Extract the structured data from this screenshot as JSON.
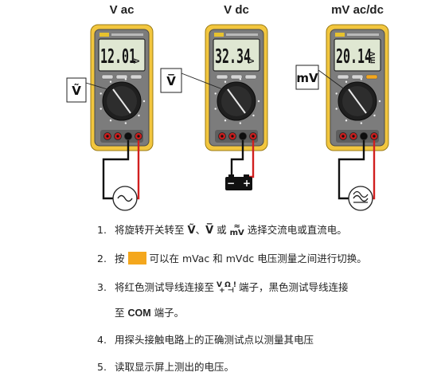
{
  "meters": [
    {
      "title": "V ac",
      "display": "12.01",
      "unit": "V",
      "mode_symbol": "Ṽ",
      "source": "ac-source"
    },
    {
      "title": "V dc",
      "display": "32.34",
      "unit": "V",
      "mode_symbol": "V̅",
      "source": "battery"
    },
    {
      "title": "mV ac/dc",
      "display": "20.14",
      "unit": "mV",
      "mode_symbol": "mV",
      "source": "ac-dc-source"
    }
  ],
  "colors": {
    "meter_body": "#f2c63e",
    "panel": "#7c7c7c",
    "lcd": "#dfe7d2",
    "red_lead": "#d11f1f",
    "black_lead": "#111111",
    "key_yellow": "#f4a71d"
  },
  "steps": [
    {
      "num": "1.",
      "pre": "将旋转开关转至",
      "s1": "Ṽ",
      "sep1": "、",
      "s2": "V̅",
      "sep2": "或",
      "s3_top": "≈",
      "s3_bot": "mV",
      "post": "选择交流电或直流电。"
    },
    {
      "num": "2.",
      "pre": "按",
      "post": "可以在 mVac 和 mVdc 电压测量之间进行切换。"
    },
    {
      "num": "3.",
      "pre": "将红色测试导线连接至",
      "term_top": "V Ω !",
      "term_bot": "+ ⊣",
      "post": "端子，黑色测试导线连接",
      "line2_pre": "至",
      "line2_bold": "COM",
      "line2_post": "端子。"
    },
    {
      "num": "4.",
      "text": "用探头接触电路上的正确测试点以测量其电压"
    },
    {
      "num": "5.",
      "text": "读取显示屏上测出的电压。"
    }
  ]
}
